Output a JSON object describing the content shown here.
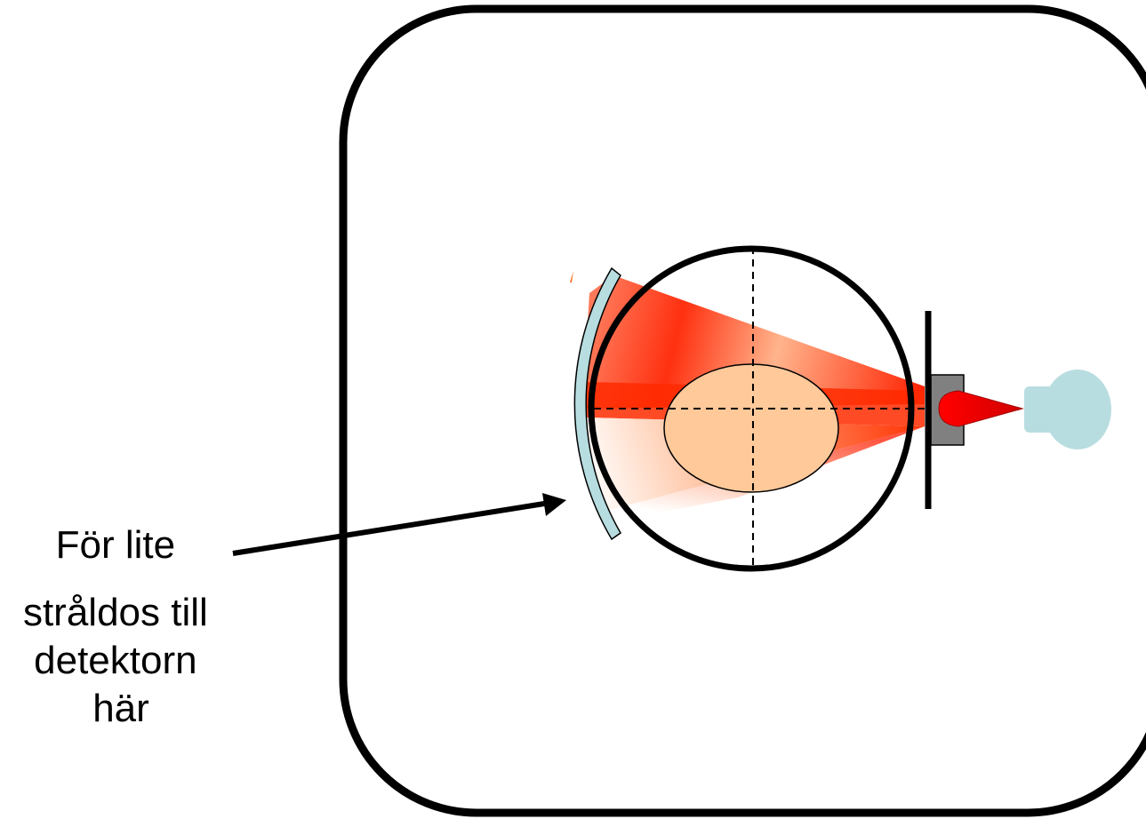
{
  "annotation": {
    "lines": [
      "För lite",
      "stråldos till",
      "detektorn",
      "här"
    ]
  },
  "colors": {
    "frame": "#000000",
    "detector": "#b8dde0",
    "beam_red": "#ff1a00",
    "beam_light": "#ffbe96",
    "patient": "#ffc99a",
    "collimator": "#808080",
    "source": "#b8dde0"
  }
}
